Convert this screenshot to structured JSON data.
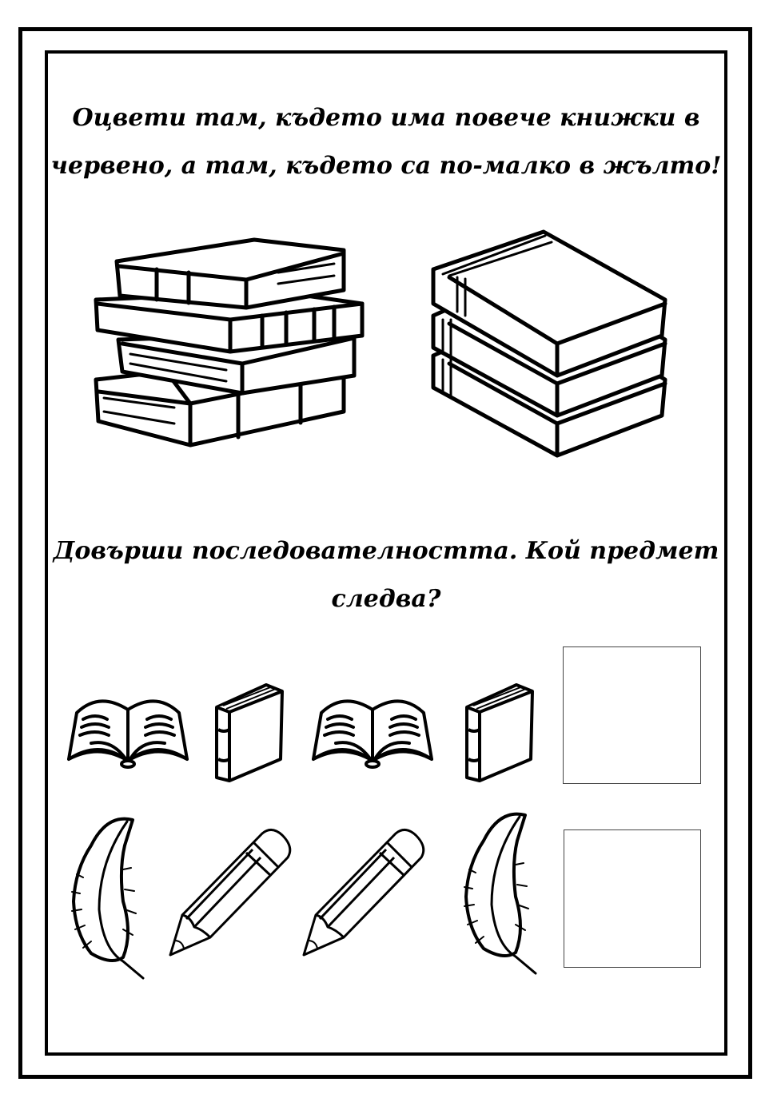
{
  "worksheet": {
    "task1": {
      "instruction_line1": "Оцвети там, където има повече книжки в",
      "instruction_line2": "червено, а там, където са по-малко в жълто!",
      "groups": [
        {
          "name": "stack-of-four-books",
          "count": 4
        },
        {
          "name": "stack-of-three-books",
          "count": 3
        }
      ]
    },
    "task2": {
      "instruction_line1": "Довърши последователността. Кой предмет",
      "instruction_line2": "следва?",
      "rows": [
        {
          "sequence": [
            "open-book",
            "closed-book",
            "open-book",
            "closed-book"
          ],
          "answer": ""
        },
        {
          "sequence": [
            "feather",
            "pencil",
            "pencil",
            "feather"
          ],
          "answer": ""
        }
      ]
    }
  }
}
